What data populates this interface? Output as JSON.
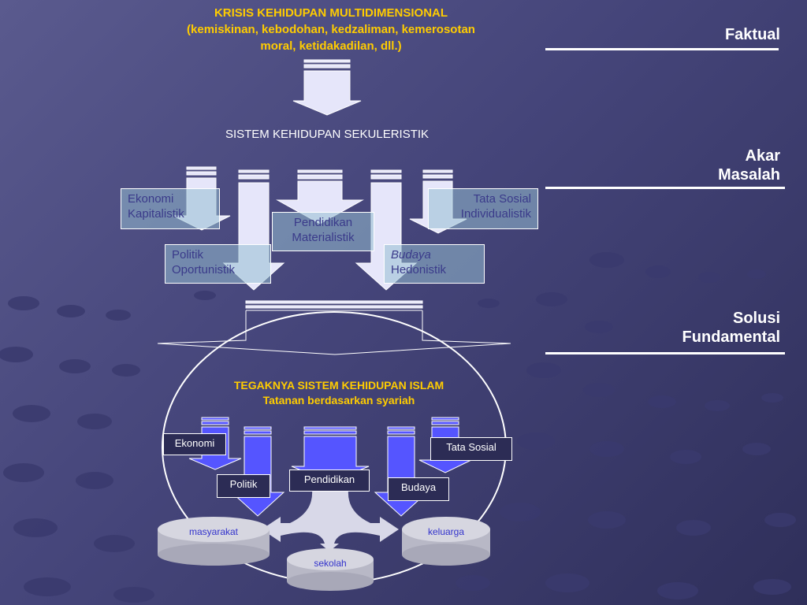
{
  "top": {
    "line1": "KRISIS KEHIDUPAN MULTIDIMENSIONAL",
    "line2": "(kemiskinan, kebodohan, kedzaliman, kemerosotan",
    "line3": "moral, ketidakadilan, dll.)"
  },
  "system_secular": "SISTEM KEHIDUPAN  SEKULERISTIK",
  "side": {
    "factual": "Faktual",
    "root_line1": "Akar",
    "root_line2": "Masalah",
    "solution_line1": "Solusi",
    "solution_line2": "Fundamental"
  },
  "secular_boxes": {
    "ekonomi_1": "Ekonomi",
    "ekonomi_2": "Kapitalistik",
    "tatasosial_1": "Tata Sosial",
    "tatasosial_2": "Individualistik",
    "pendidikan_1": "Pendidikan",
    "pendidikan_2": "Materialistik",
    "politik_1": "Politik",
    "politik_2": "Oportunistik",
    "budaya_1": "Budaya",
    "budaya_2": "Hedonistik"
  },
  "islam": {
    "line1": "TEGAKNYA SISTEM KEHIDUPAN  ISLAM",
    "line2": "Tatanan berdasarkan syariah"
  },
  "islam_boxes": {
    "ekonomi": "Ekonomi",
    "tatasosial": "Tata Sosial",
    "politik": "Politik",
    "pendidikan": "Pendidikan",
    "budaya": "Budaya"
  },
  "targets": {
    "masyarakat": "masyarakat",
    "keluarga": "keluarga",
    "sekolah": "sekolah"
  },
  "colors": {
    "accent_yellow": "#ffcc00",
    "arrow_light": "#e6e6fa",
    "arrow_blue": "#5555ff"
  }
}
